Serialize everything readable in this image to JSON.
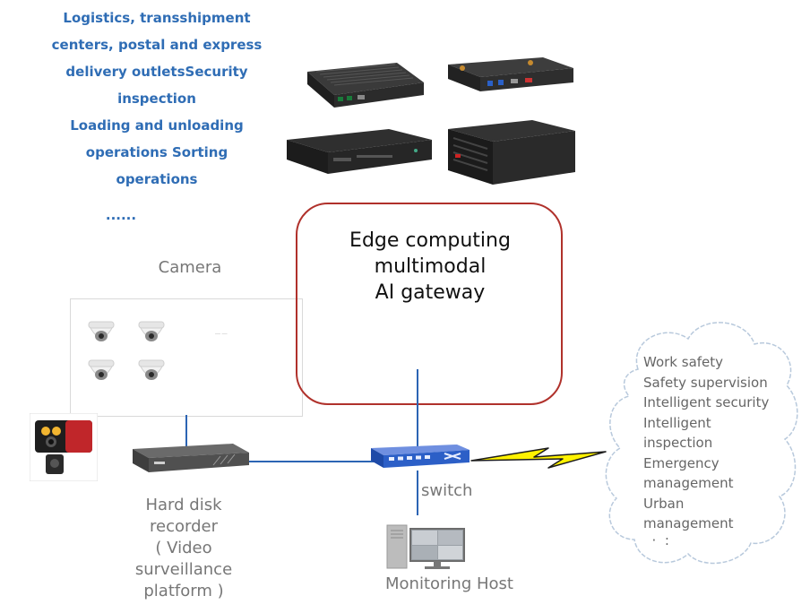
{
  "scenarios": {
    "lines": [
      "Logistics, transshipment",
      "centers, postal and express",
      "delivery outletsSecurity",
      "inspection",
      "Loading and unloading",
      "operations Sorting",
      "operations",
      "......"
    ]
  },
  "camera": {
    "label": "Camera",
    "faint_text": "— —"
  },
  "gateway": {
    "lines": [
      "Edge computing",
      "multimodal",
      "AI gateway"
    ]
  },
  "cloud": {
    "lines": [
      "Work safety",
      "Safety supervision",
      "Intelligent security",
      "Intelligent",
      "inspection",
      "Emergency",
      "management",
      "Urban",
      "management",
      "  ·  :"
    ]
  },
  "hdr": {
    "lines": [
      "Hard disk",
      "recorder",
      "( Video",
      "surveillance",
      "platform )"
    ]
  },
  "switch": {
    "label": "switch"
  },
  "monitor": {
    "label": "Monitoring Host"
  },
  "colors": {
    "accent_blue": "#2f6db5",
    "gateway_border": "#b0312b",
    "line_blue": "#2c64b4",
    "switch_blue": "#2c5fc7",
    "lightning_yellow": "#fff200",
    "cloud_outline": "#b8c9dc"
  }
}
